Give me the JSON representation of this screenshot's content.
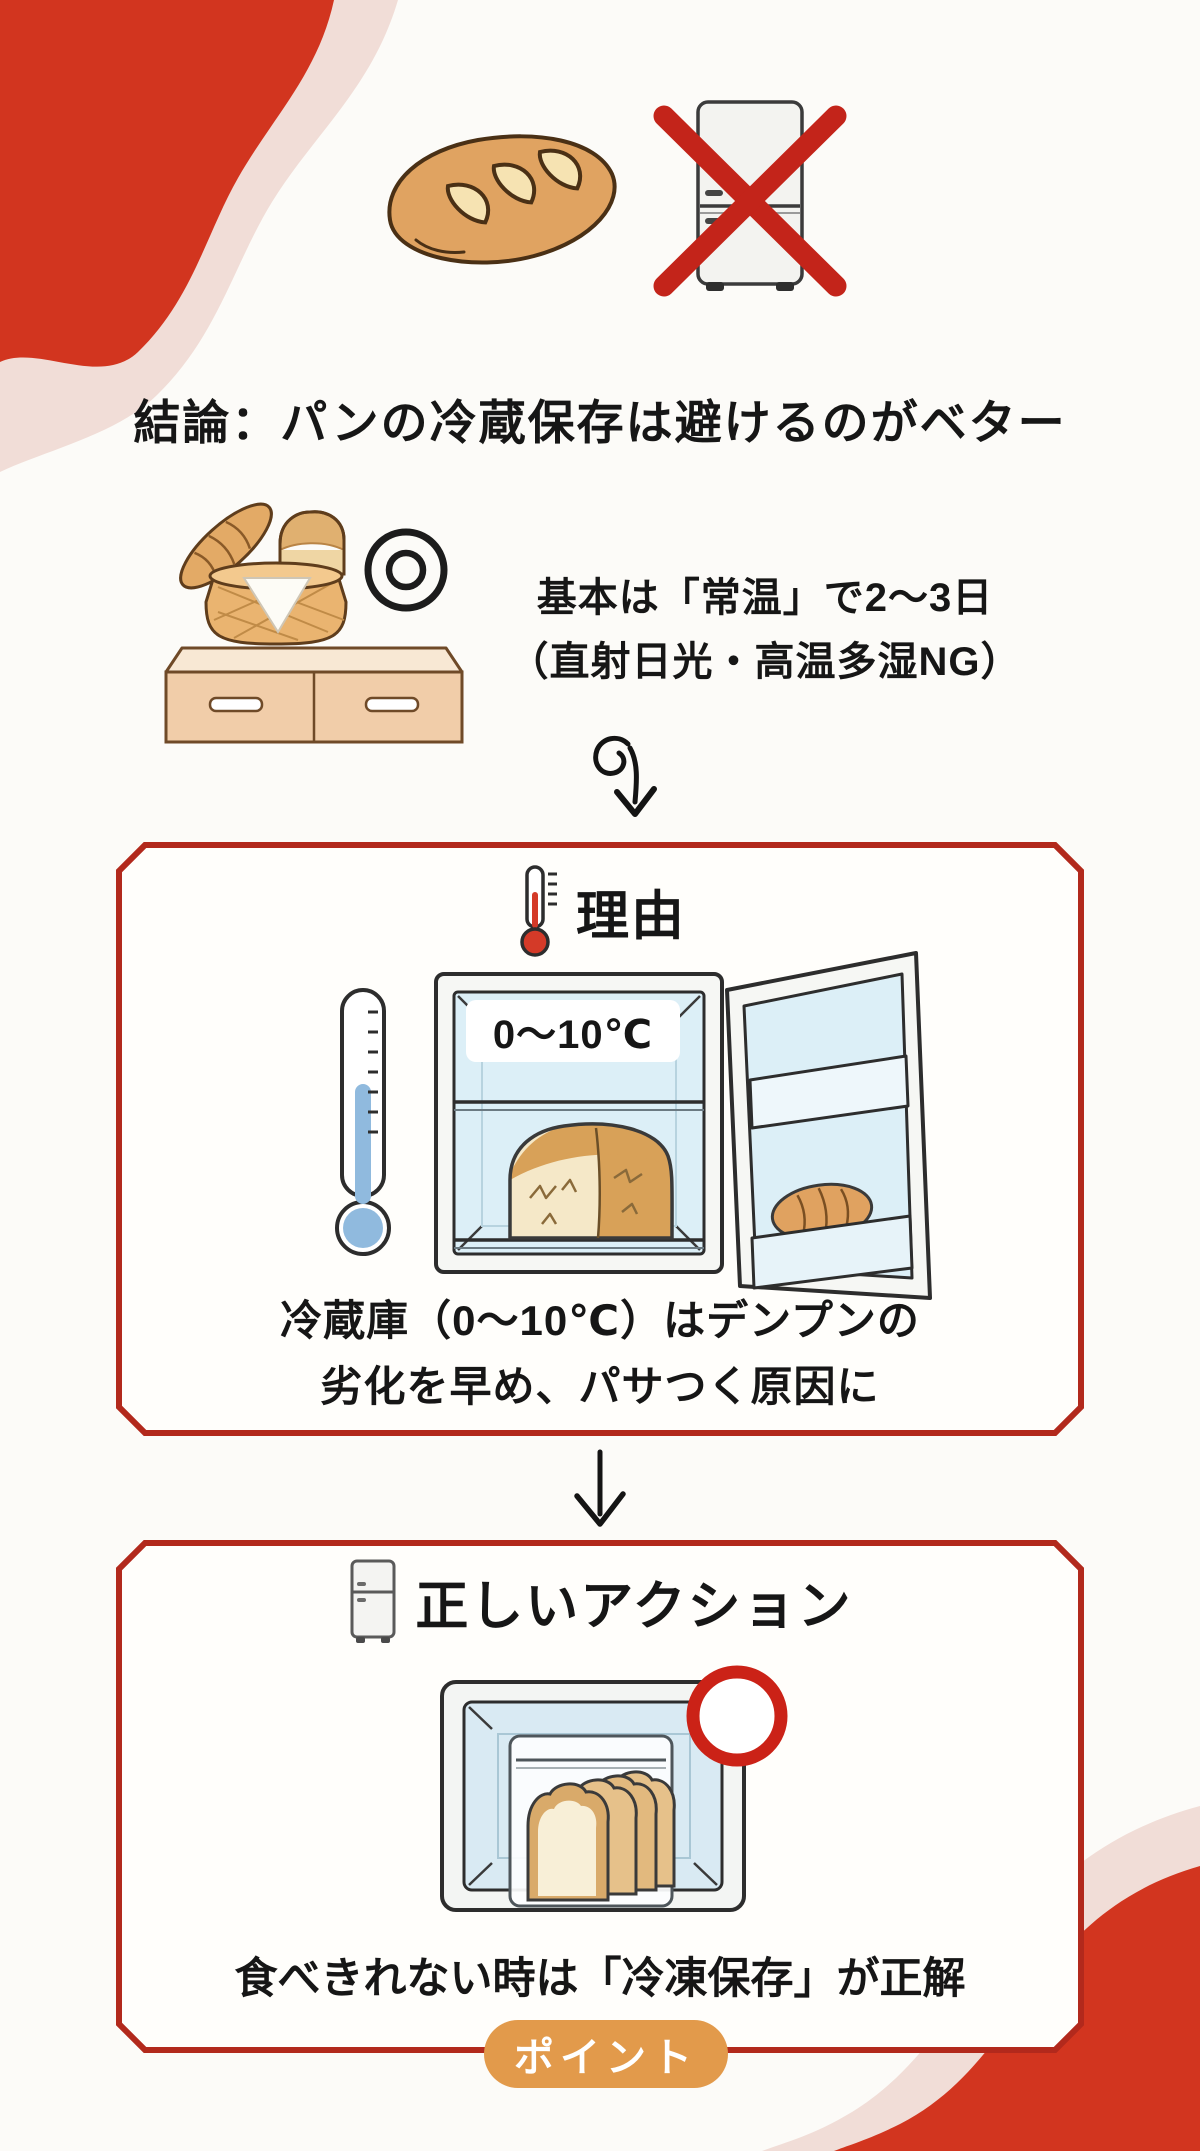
{
  "colors": {
    "background": "#fcfbf8",
    "blob_red": "#d2351f",
    "blob_pink": "#f1ddd7",
    "box_border_red": "#b2291c",
    "mark_red": "#c3241a",
    "pill_orange": "#e29a4b",
    "fridge_interior_blue": "#dceff7",
    "thermometer_blue": "#90bade"
  },
  "conclusion": {
    "title": "結論：パンの冷蔵保存は避けるのがベター"
  },
  "room_temp": {
    "line1": "基本は「常温」で2〜3日",
    "line2": "（直射日光・高温多湿NG）"
  },
  "reason_box": {
    "header": "理由",
    "temp_label": "0〜10℃",
    "line1": "冷蔵庫（0〜10℃）はデンプンの",
    "line2": "劣化を早め、パサつく原因に"
  },
  "action_box": {
    "header": "正しいアクション",
    "line1": "食べきれない時は「冷凍保存」が正解"
  },
  "point_badge": {
    "label": "ポイント"
  }
}
